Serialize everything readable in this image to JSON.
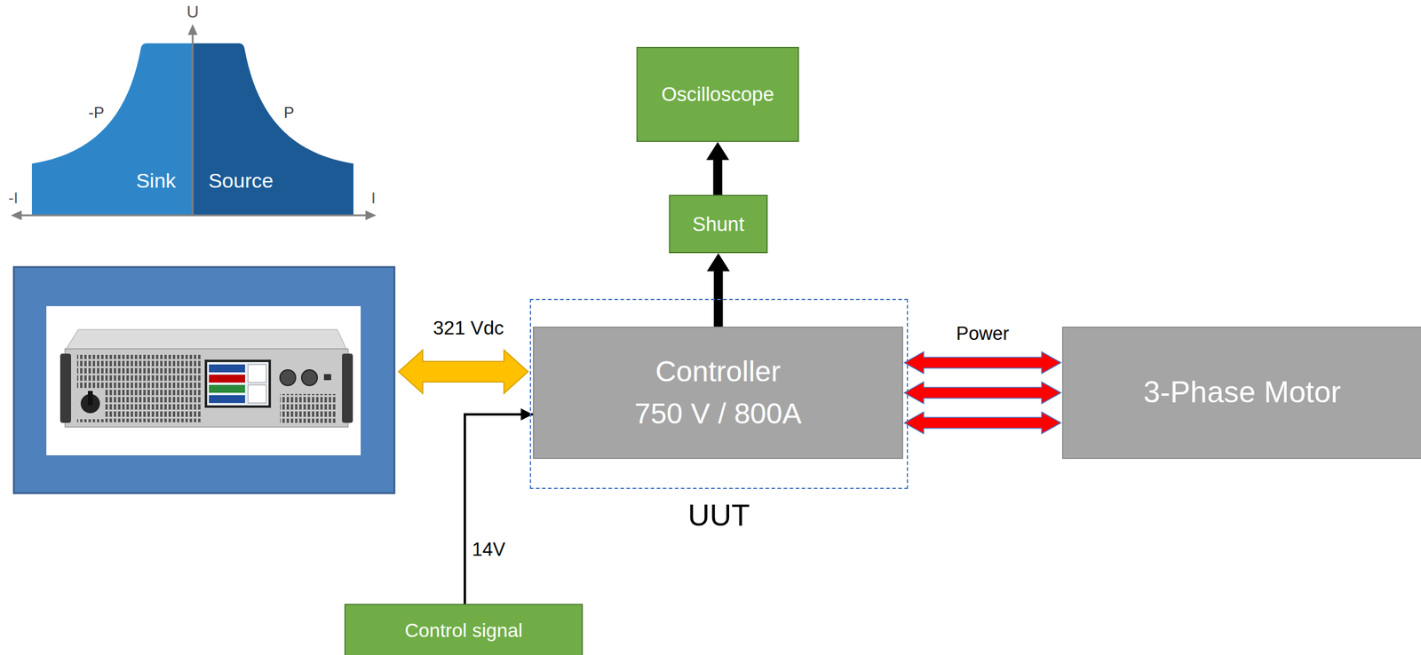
{
  "diagram": {
    "nodes": [
      {
        "text": [
          "Oscilloscope"
        ]
      },
      {
        "text": [
          "Shunt"
        ]
      },
      {
        "text": [
          "UUT"
        ]
      },
      {
        "text": [
          "Controller",
          "750 V / 800A"
        ],
        "in": 2
      },
      {
        "text": [
          "3-Phase Motor"
        ]
      },
      {
        "text": [
          "Control signal"
        ]
      }
    ],
    "edges": [
      {
        "from": 3,
        "to": 1,
        "arrow": "to"
      },
      {
        "from": 1,
        "to": 0,
        "arrow": "to"
      },
      {
        "from": 3,
        "to": 4,
        "label": "Power",
        "arrow": "both"
      },
      {
        "from": 3,
        "to": 4,
        "arrow": "both"
      },
      {
        "from": 3,
        "to": 4,
        "arrow": "both"
      },
      {
        "from": 5,
        "to": 3,
        "label": "14V",
        "arrow": "to"
      }
    ],
    "labels": [
      "U",
      "-P",
      "P",
      "Sink",
      "Source",
      "-I",
      "I",
      "321 Vdc"
    ]
  }
}
